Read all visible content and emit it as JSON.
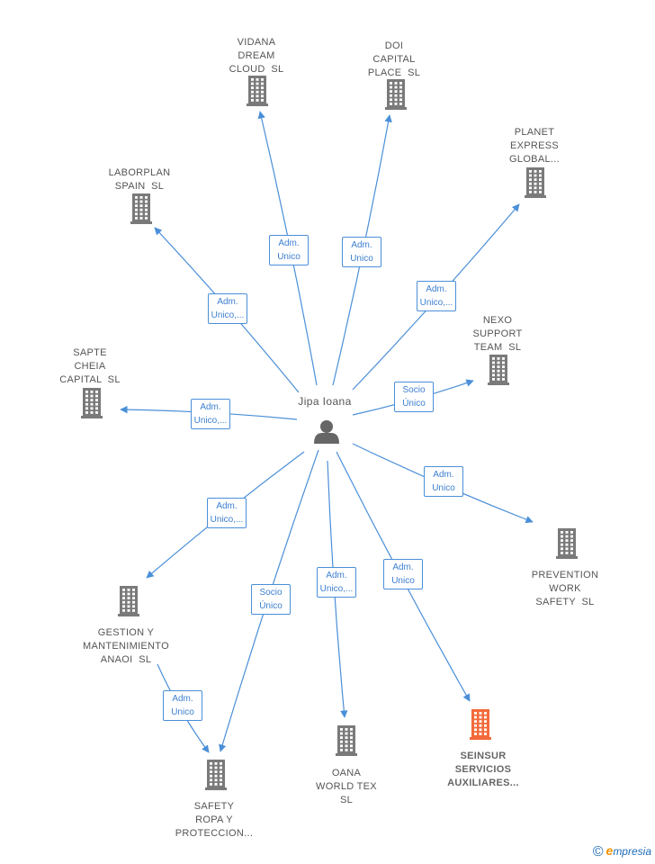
{
  "center": {
    "name": "Jipa Ioana",
    "icon": "person-icon"
  },
  "nodes": [
    {
      "id": "vidana",
      "lines": [
        "VIDANA",
        "DREAM",
        "CLOUD  SL"
      ],
      "edge": [
        "Adm.",
        "Unico"
      ],
      "icon": "building-icon"
    },
    {
      "id": "doi",
      "lines": [
        "DOI",
        "CAPITAL",
        "PLACE  SL"
      ],
      "edge": [
        "Adm.",
        "Unico"
      ],
      "icon": "building-icon"
    },
    {
      "id": "planet",
      "lines": [
        "PLANET",
        "EXPRESS",
        "GLOBAL..."
      ],
      "edge": [
        "Adm.",
        "Unico,..."
      ],
      "icon": "building-icon"
    },
    {
      "id": "laborplan",
      "lines": [
        "LABORPLAN",
        "SPAIN  SL"
      ],
      "edge": [
        "Adm.",
        "Unico,..."
      ],
      "icon": "building-icon"
    },
    {
      "id": "nexo",
      "lines": [
        "NEXO",
        "SUPPORT",
        "TEAM  SL"
      ],
      "edge": [
        "Socio",
        "Único"
      ],
      "icon": "building-icon"
    },
    {
      "id": "sapte",
      "lines": [
        "SAPTE",
        "CHEIA",
        "CAPITAL  SL"
      ],
      "edge": [
        "Adm.",
        "Unico,..."
      ],
      "icon": "building-icon"
    },
    {
      "id": "prevention",
      "lines": [
        "PREVENTION",
        "WORK",
        "SAFETY  SL"
      ],
      "edge": [
        "Adm.",
        "Unico"
      ],
      "icon": "building-icon"
    },
    {
      "id": "gestion",
      "lines": [
        "GESTION Y",
        "MANTENIMIENTO",
        "ANAOI  SL"
      ],
      "edge": [
        "Adm.",
        "Unico,..."
      ],
      "icon": "building-icon"
    },
    {
      "id": "safety",
      "lines": [
        "SAFETY",
        "ROPA Y",
        "PROTECCION..."
      ],
      "edge": [
        "Socio",
        "Único"
      ],
      "icon": "building-icon"
    },
    {
      "id": "oana",
      "lines": [
        "OANA",
        "WORLD TEX",
        "SL"
      ],
      "edge": [
        "Adm.",
        "Unico,..."
      ],
      "icon": "building-icon"
    },
    {
      "id": "seinsur",
      "lines": [
        "SEINSUR",
        "SERVICIOS",
        "AUXILIARES..."
      ],
      "edge": [
        "Adm.",
        "Unico"
      ],
      "icon": "building-icon",
      "highlight": true
    }
  ],
  "secondary_edges": [
    {
      "from": "gestion",
      "to": "safety",
      "label": [
        "Adm.",
        "Unico"
      ]
    }
  ],
  "footer": {
    "symbol": "©",
    "brand_initial": "e",
    "brand_rest": "mpresia"
  },
  "colors": {
    "edge": "#4a8fd8",
    "node": "#7a7a7a",
    "highlight_node": "#f26a3a",
    "label": "#555555"
  }
}
